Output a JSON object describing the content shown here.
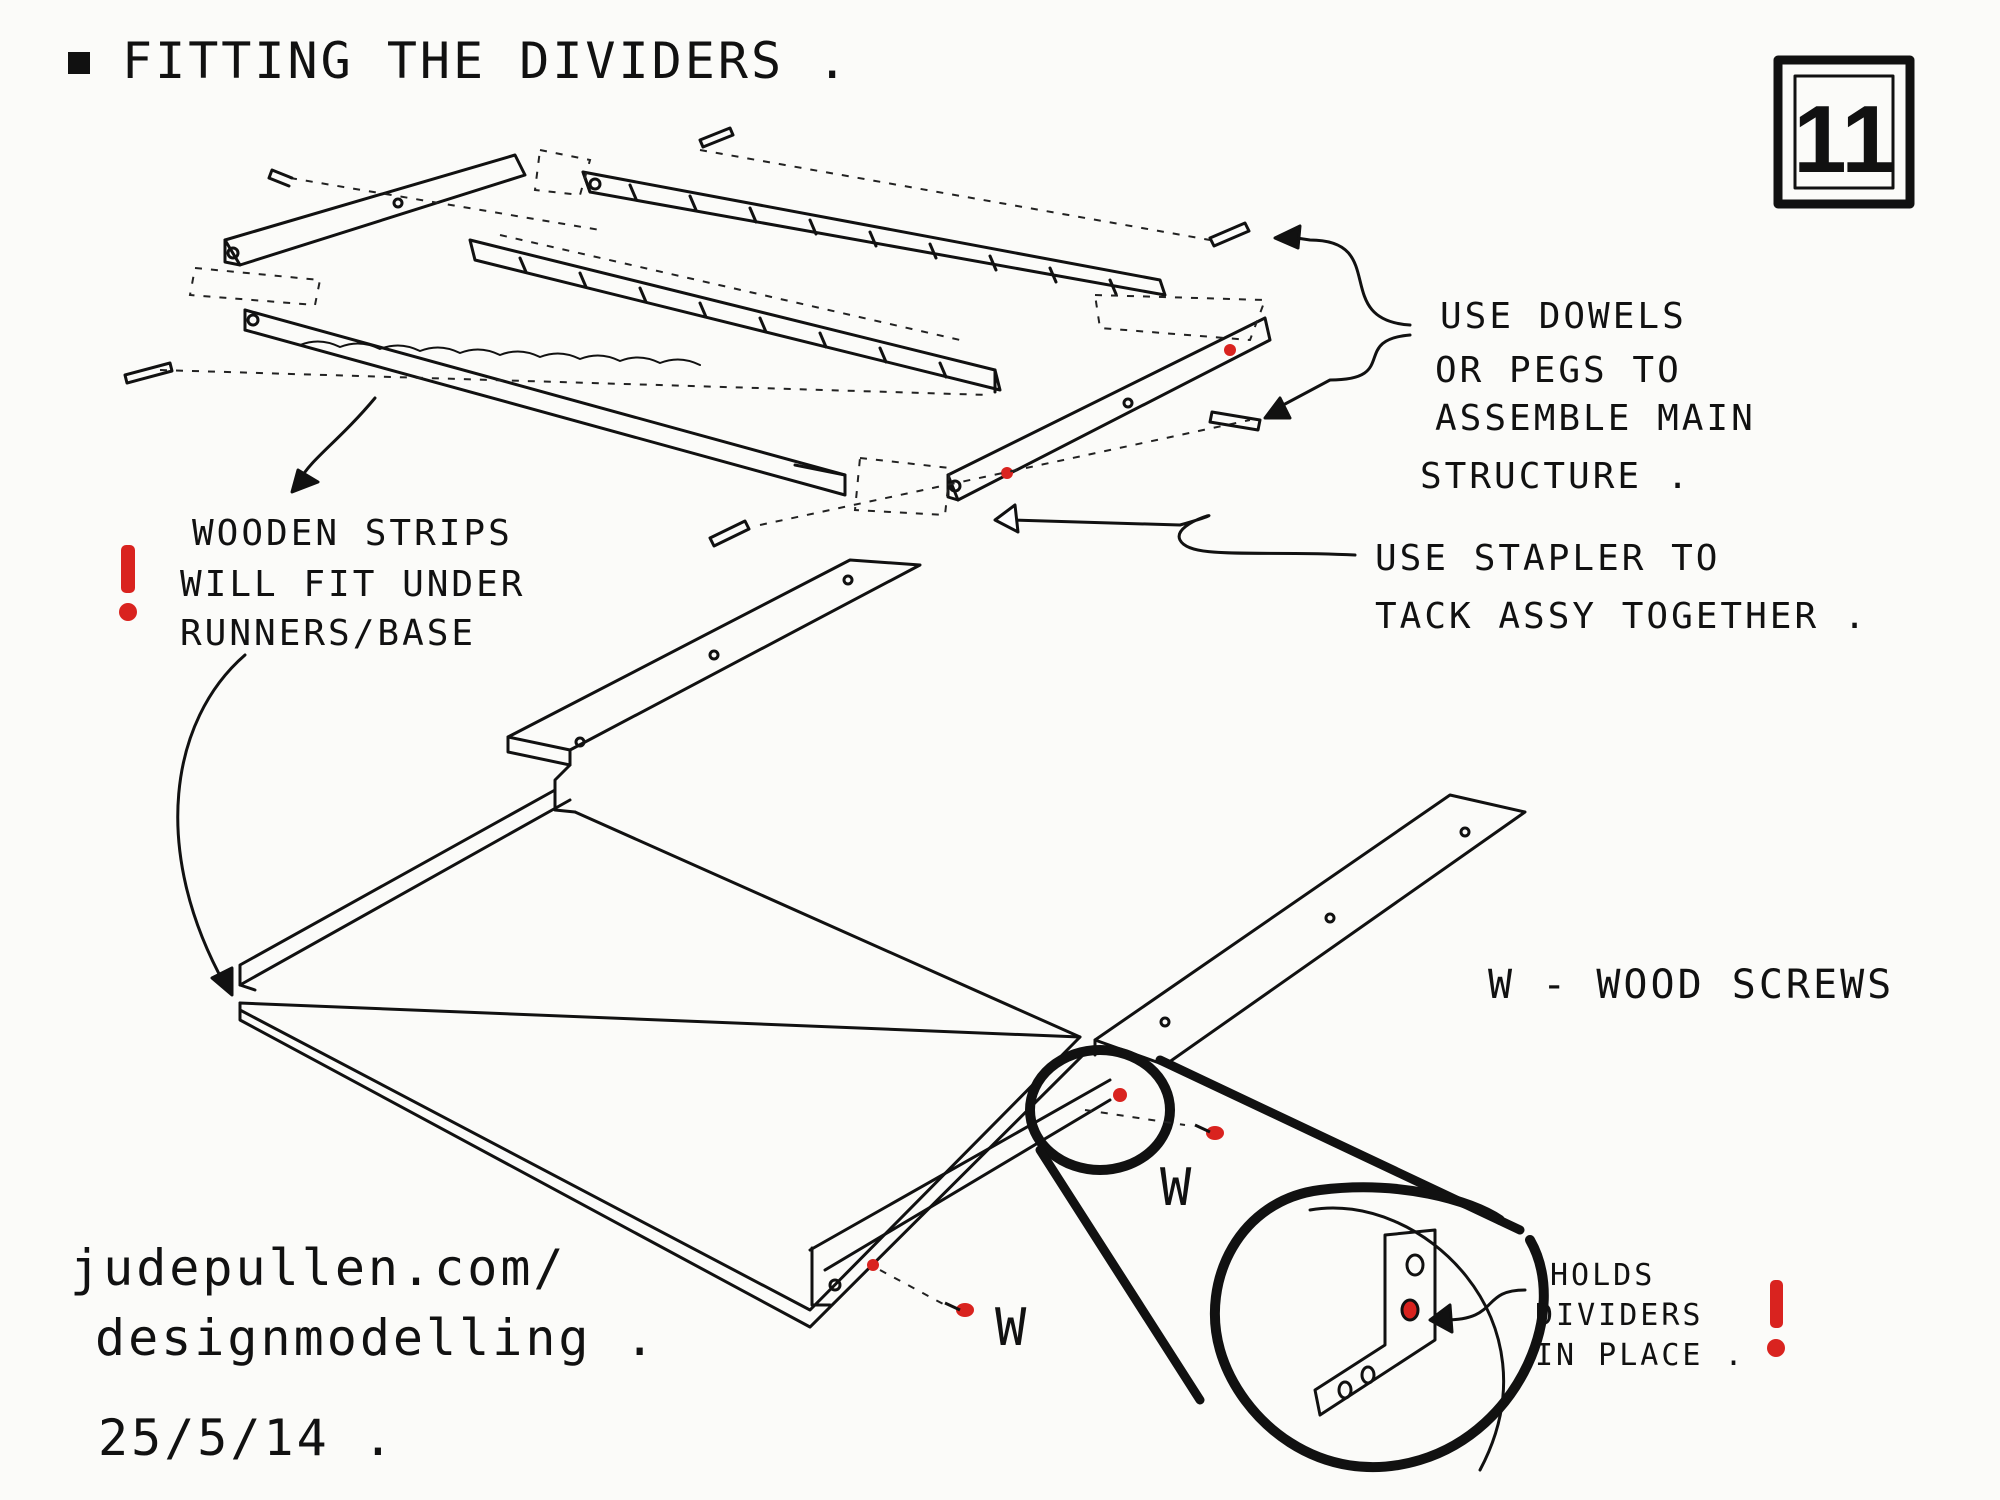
{
  "title": "FITTING THE DIVIDERS .",
  "step_number": "11",
  "notes": {
    "dowels": [
      "USE DOWELS",
      "OR PEGS TO",
      "ASSEMBLE MAIN",
      "STRUCTURE ."
    ],
    "stapler": [
      "USE STAPLER TO",
      "TACK ASSY TOGETHER ."
    ],
    "wooden_strips": [
      "WOODEN STRIPS",
      "WILL FIT UNDER",
      "RUNNERS/BASE"
    ],
    "wood_screws": "W - WOOD SCREWS",
    "holds_dividers": [
      "HOLDS",
      "DIVIDERS",
      "IN PLACE ."
    ]
  },
  "screw_labels": [
    "W",
    "W"
  ],
  "credit": [
    "judepullen.com/",
    "designmodelling ."
  ],
  "date": "25/5/14 .",
  "colors": {
    "ink": "#111111",
    "accent_red": "#d9231f",
    "paper": "#fbfbf9"
  }
}
